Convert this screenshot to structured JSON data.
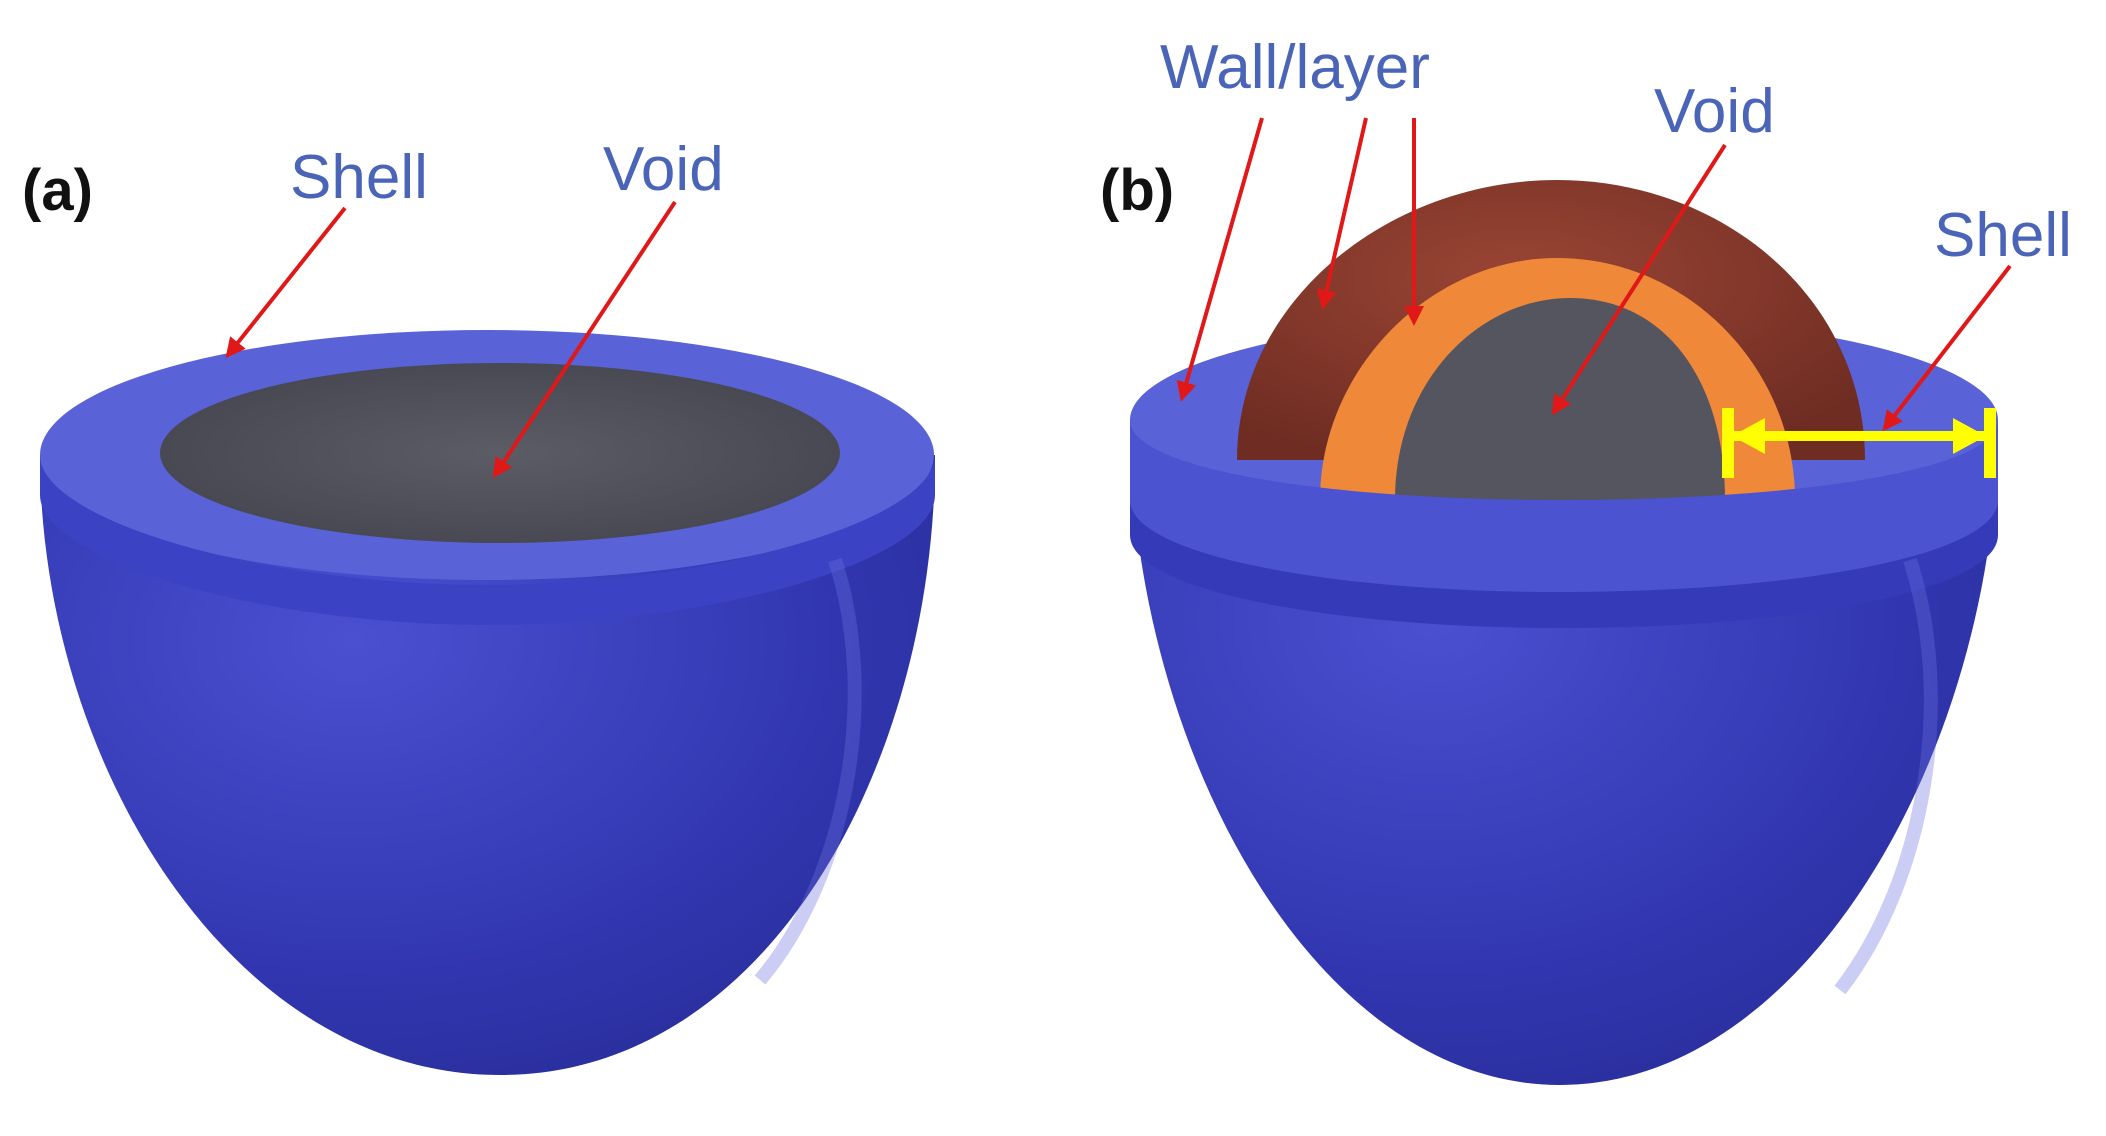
{
  "panels": [
    {
      "label": "(a)",
      "callouts": {
        "shell": "Shell",
        "void": "Void"
      }
    },
    {
      "label": "(b)",
      "callouts": {
        "wall_layer": "Wall/layer",
        "void": "Void",
        "shell": "Shell"
      }
    }
  ],
  "colors": {
    "shell": "#3a3fc0",
    "shell_rim": "#5a62d8",
    "void": "#55555f",
    "outer_layer": "#8b3a2a",
    "inner_layer": "#f0883a",
    "label_text": "#4a64b8",
    "arrow": "#e01818",
    "dimension_arrow": "#ffff00"
  }
}
